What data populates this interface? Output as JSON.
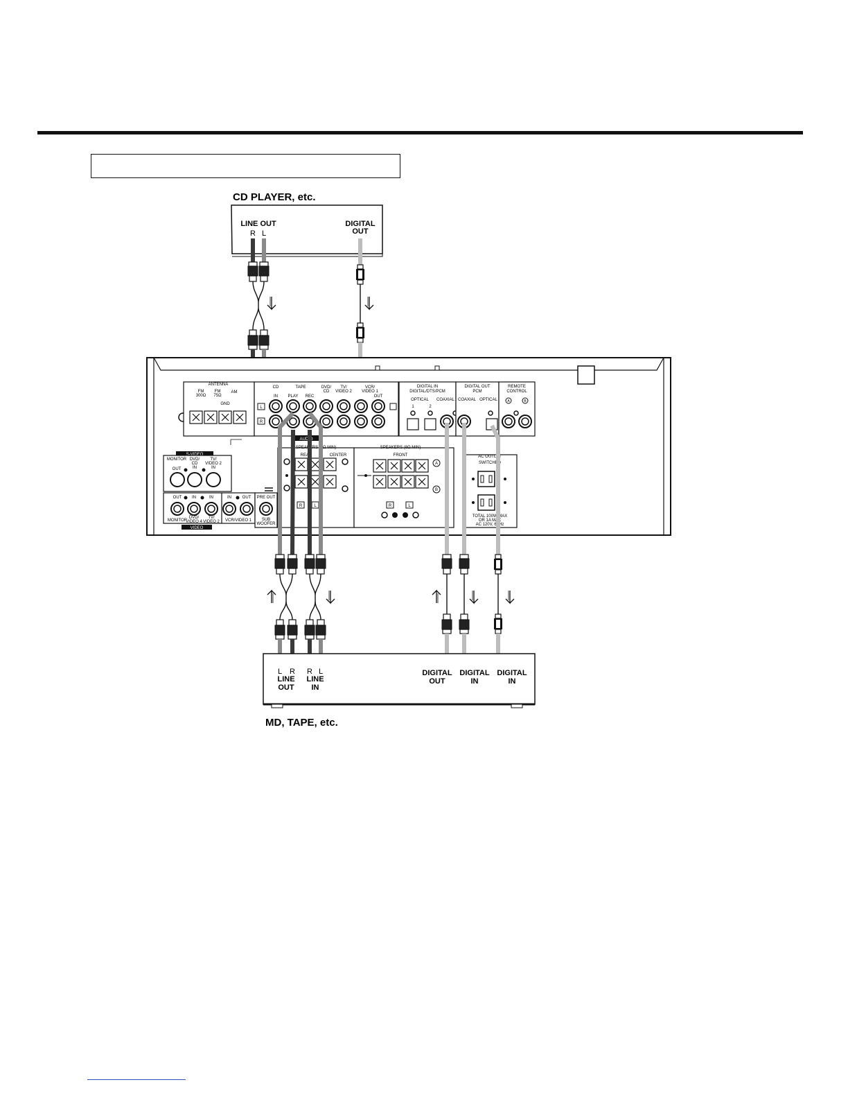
{
  "source_device": {
    "title": "CD PLAYER, etc.",
    "line_out_label": "LINE OUT",
    "r_label": "R",
    "l_label": "L",
    "digital_out_label": [
      "DIGITAL",
      "OUT"
    ]
  },
  "receiver": {
    "antenna": {
      "title": "ANTENNA",
      "fm300": [
        "FM",
        "300Ω"
      ],
      "fm75": [
        "FM",
        "75Ω"
      ],
      "am": "AM",
      "gnd": "GND"
    },
    "audio": {
      "cd": "CD",
      "tape": "TAPE",
      "dvd_cd": [
        "DVD/",
        "CD"
      ],
      "tv_video2": [
        "TV/",
        "VIDEO 2"
      ],
      "vcr_video1": [
        "VCR/",
        "VIDEO 1"
      ],
      "in": "IN",
      "play": "PLAY",
      "rec": "REC",
      "out": "OUT",
      "l": "L",
      "r": "R",
      "section": "AUDIO"
    },
    "digital_in": {
      "title": "DIGITAL IN",
      "sub": "DIGITAL/DTS/PCM",
      "optical": "OPTICAL",
      "coaxial": "COAXIAL",
      "n1": "1",
      "n2": "2"
    },
    "digital_out": {
      "title": "DIGITAL OUT",
      "sub": "PCM",
      "coaxial": "COAXIAL",
      "optical": "OPTICAL"
    },
    "remote": {
      "title": [
        "REMOTE",
        "CONTROL"
      ],
      "a": "A",
      "b": "B"
    },
    "svideo": {
      "title": "S-VIDEO",
      "monitor": "MONITOR",
      "out": "OUT",
      "dvd_cd": [
        "DVD/",
        "CD"
      ],
      "tv_video2": [
        "TV/",
        "VIDEO 2"
      ],
      "in": "IN"
    },
    "video": {
      "section": "VIDEO",
      "monitor": "MONITOR",
      "out": "OUT",
      "in": "IN",
      "dvd_video4": [
        "DVD/",
        "VIDEO 4"
      ],
      "tv_video2": [
        "TV/",
        "VIDEO 2"
      ],
      "vcr_video1": "VCR/VIDEO 1",
      "pre_out": "PRE OUT",
      "sub_woofer": [
        "SUB",
        "WOOFER"
      ]
    },
    "speakers_rear": {
      "title": "SPEAKERS (8Ω MIN)",
      "rear": "REAR",
      "center": "CENTER",
      "r": "R",
      "l": "L"
    },
    "speakers_front": {
      "title": "SPEAKERS (8Ω MIN)",
      "front": "FRONT",
      "a": "A",
      "b": "B",
      "r": "R",
      "l": "L"
    },
    "ac_outlet": {
      "title": "AC OUTLET",
      "switched": "SWITCHED",
      "total": [
        "TOTAL 100W MAX",
        "OR 1A MAX",
        "AC 120V, 60Hz"
      ]
    }
  },
  "dest_device": {
    "title": "MD, TAPE, etc.",
    "l_label": "L",
    "r_label": "R",
    "line_out_label": [
      "LINE",
      "OUT"
    ],
    "line_in_label": [
      "LINE",
      "IN"
    ],
    "digital_out_label": [
      "DIGITAL",
      "OUT"
    ],
    "digital_in_label": [
      "DIGITAL",
      "IN"
    ]
  },
  "colors": {
    "dark_cable": "#3a3a3a",
    "mid_cable": "#8a8a8a",
    "light_cable": "#bdbdbd",
    "line": "#111111"
  },
  "icons": [
    "signal-arrow-icon",
    "rca-plug-icon",
    "optical-plug-icon",
    "screw-terminal-icon"
  ]
}
